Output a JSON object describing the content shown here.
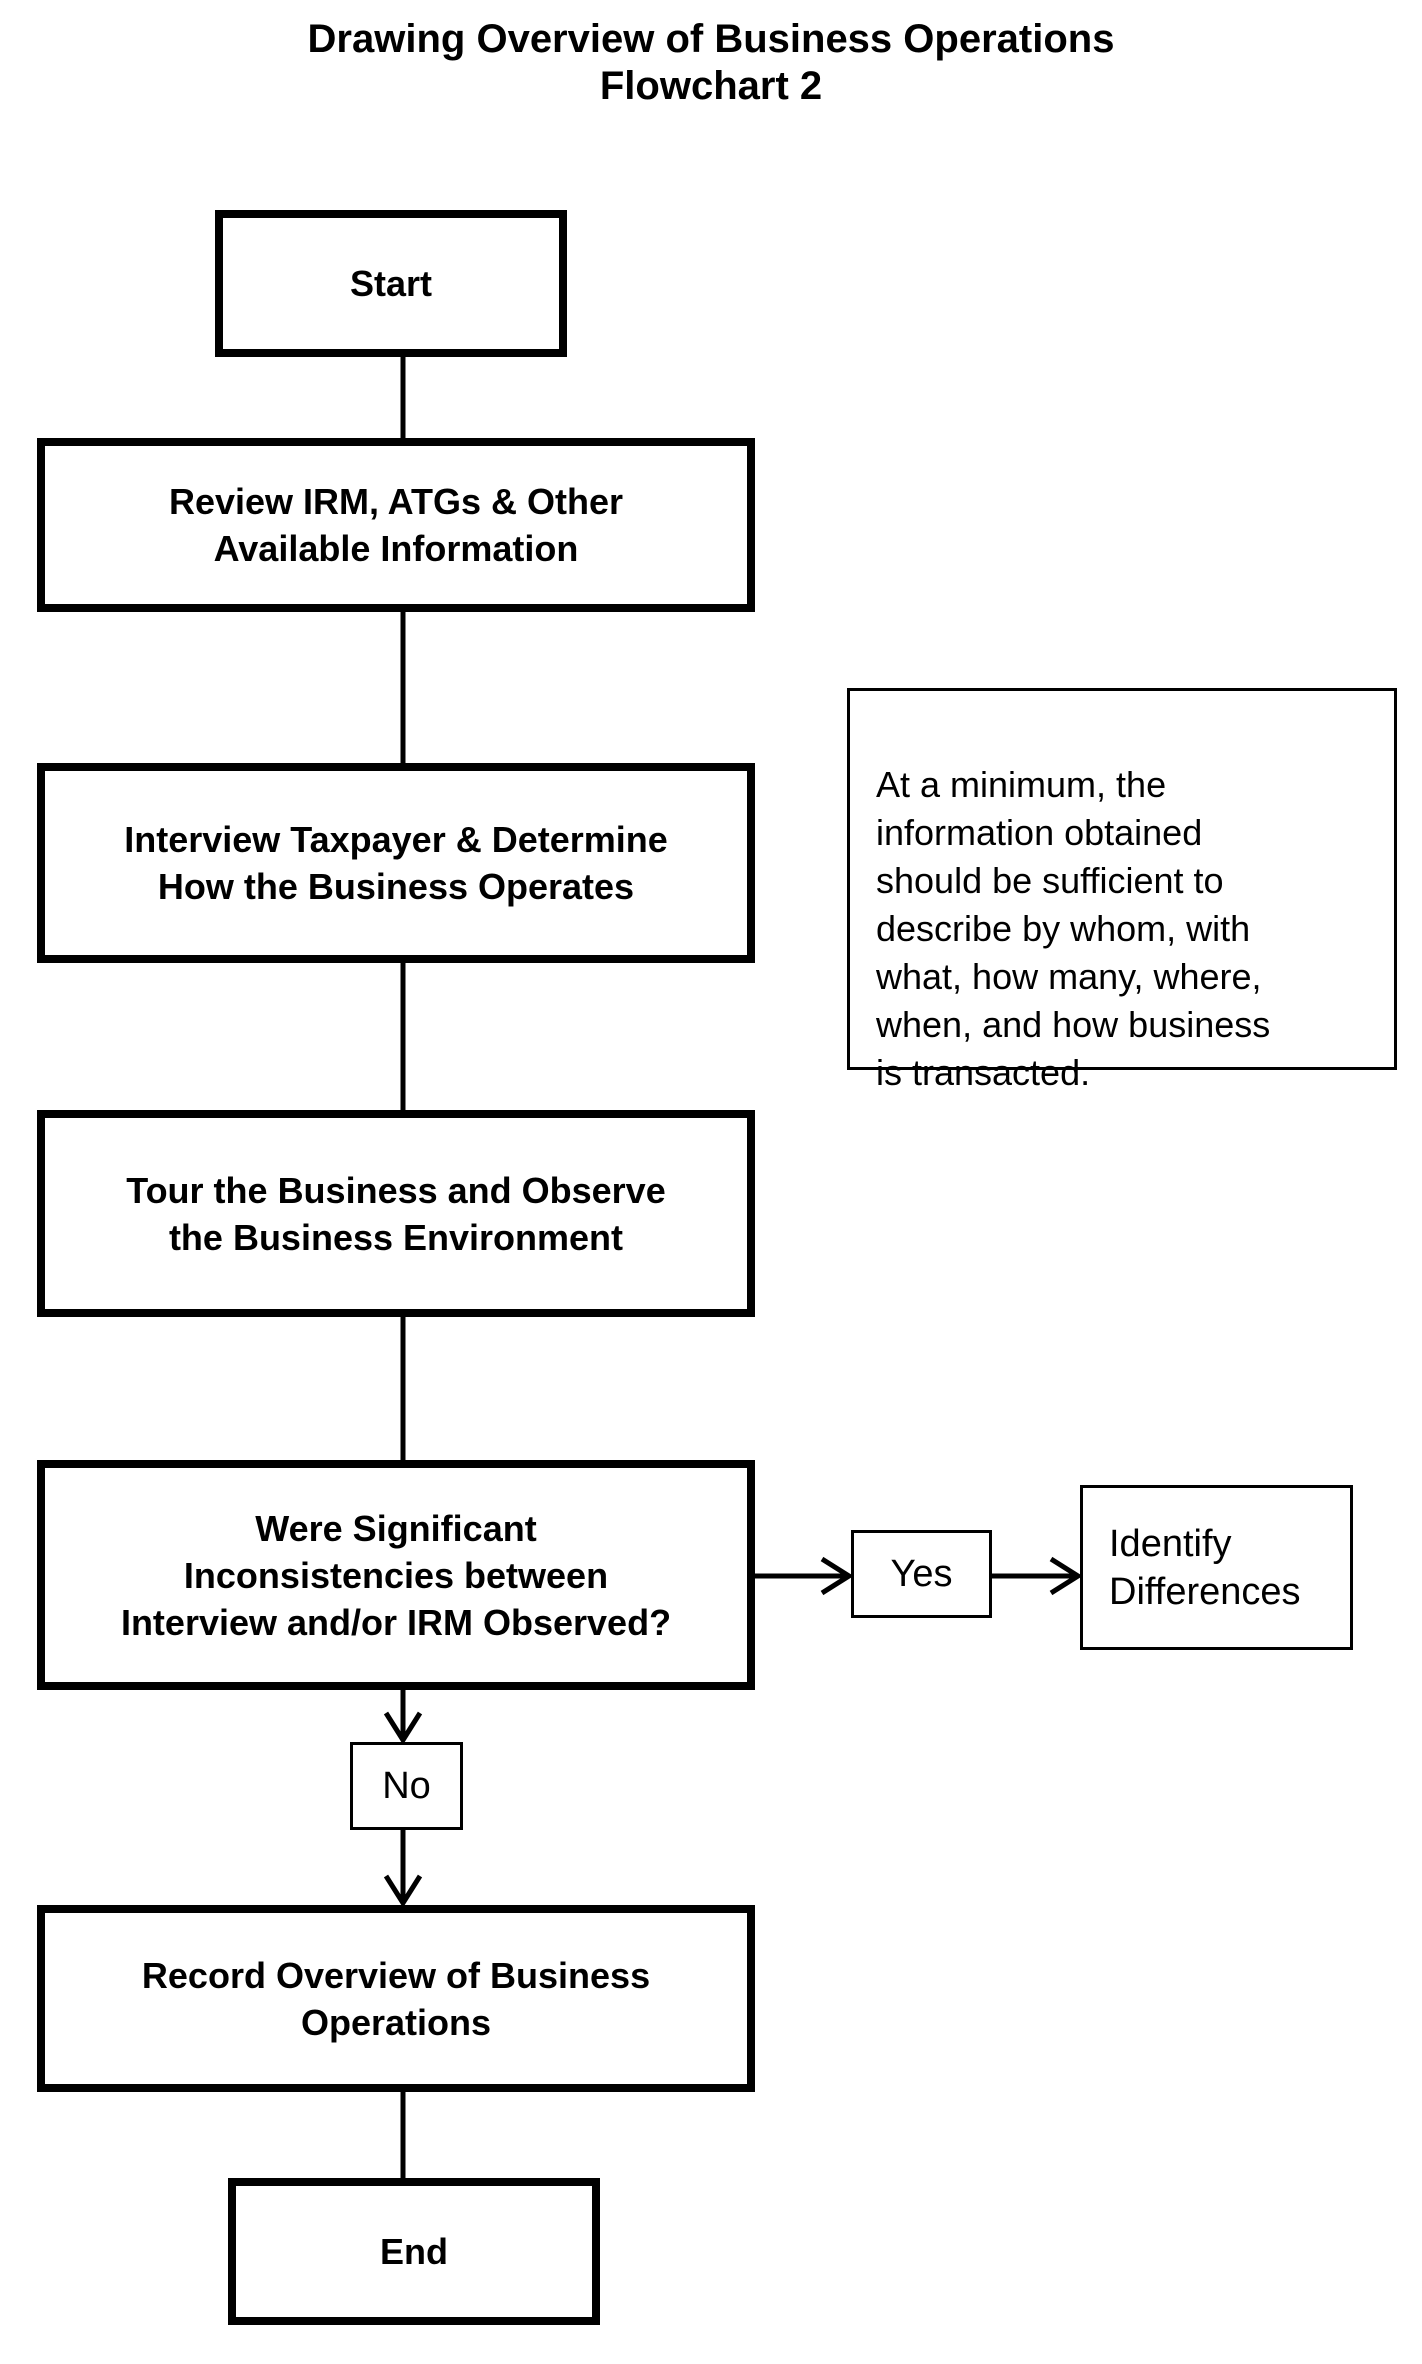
{
  "title": {
    "line1": "Drawing Overview of Business Operations",
    "line2": "Flowchart 2",
    "full": "Drawing Overview of Business Operations\nFlowchart 2"
  },
  "nodes": {
    "start": {
      "label": "Start"
    },
    "review": {
      "label": "Review IRM, ATGs & Other\nAvailable Information"
    },
    "interview": {
      "label": "Interview Taxpayer & Determine\nHow the Business Operates"
    },
    "tour": {
      "label": "Tour the Business and Observe\nthe Business Environment"
    },
    "decision": {
      "label": "Were Significant\nInconsistencies between\nInterview and/or IRM Observed?"
    },
    "yes": {
      "label": "Yes"
    },
    "no": {
      "label": "No"
    },
    "identify": {
      "label": "Identify\nDifferences"
    },
    "record": {
      "label": "Record Overview of Business\nOperations"
    },
    "end": {
      "label": "End"
    }
  },
  "note": {
    "text": "At a minimum, the\ninformation obtained\nshould be sufficient to\ndescribe by whom, with\nwhat, how many, where,\nwhen, and how business\nis transacted."
  },
  "colors": {
    "line": "#000000",
    "background": "#ffffff",
    "text": "#000000"
  }
}
